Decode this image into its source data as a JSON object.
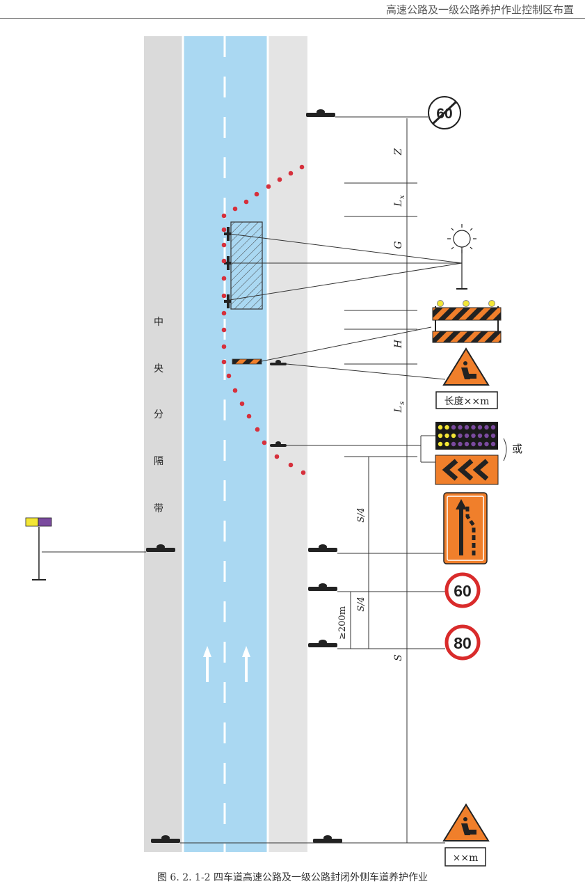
{
  "header": {
    "title": "高速公路及一级公路养护作业控制区布置"
  },
  "median": {
    "label": [
      "中",
      "央",
      "分",
      "隔",
      "带"
    ]
  },
  "dimensions": {
    "z": "Z",
    "lx": "L",
    "lx_sub": "x",
    "g": "G",
    "h": "H",
    "ls": "L",
    "ls_sub": "s",
    "s4a": "S/4",
    "s4b": "S/4",
    "min200": "≥200m",
    "s": "S"
  },
  "signs": {
    "end_limit": "60",
    "length_plate": "长度××m",
    "or_label": "或",
    "limit_60": "60",
    "limit_80": "80",
    "distance_plate": "××m"
  },
  "caption": "图 6. 2. 1-2    四车道高速公路及一级公路封闭外侧车道养护作业",
  "colors": {
    "lane": "#aad8f2",
    "shoulder": "#dadada",
    "cone": "#d6303c",
    "sign_orange": "#f07f2b",
    "sign_red": "#d92b2b"
  }
}
